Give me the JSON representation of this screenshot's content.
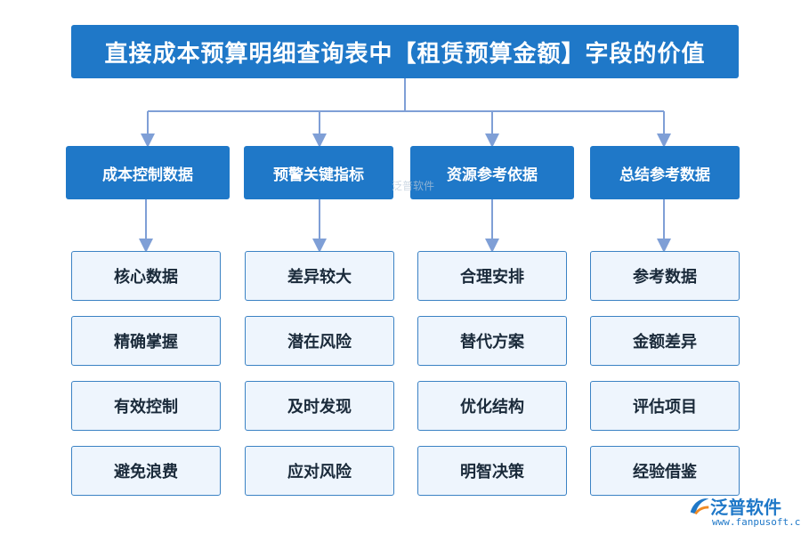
{
  "title": "直接成本预算明细查询表中【租赁预算金额】字段的价值",
  "columns": [
    {
      "label": "成本控制数据",
      "items": [
        "核心数据",
        "精确掌握",
        "有效控制",
        "避免浪费"
      ]
    },
    {
      "label": "预警关键指标",
      "items": [
        "差异较大",
        "潜在风险",
        "及时发现",
        "应对风险"
      ]
    },
    {
      "label": "资源参考依据",
      "items": [
        "合理安排",
        "替代方案",
        "优化结构",
        "明智决策"
      ]
    },
    {
      "label": "总结参考数据",
      "items": [
        "参考数据",
        "金额差异",
        "评估项目",
        "经验借鉴"
      ]
    }
  ],
  "watermark": "泛普软件",
  "logo": {
    "name": "泛普软件",
    "url": "www.fanpusoft.com"
  },
  "colors": {
    "primary": "#1f78c8",
    "item_bg": "#eef5fd",
    "item_border": "#3b82c4",
    "connector": "#7f9fd6"
  }
}
